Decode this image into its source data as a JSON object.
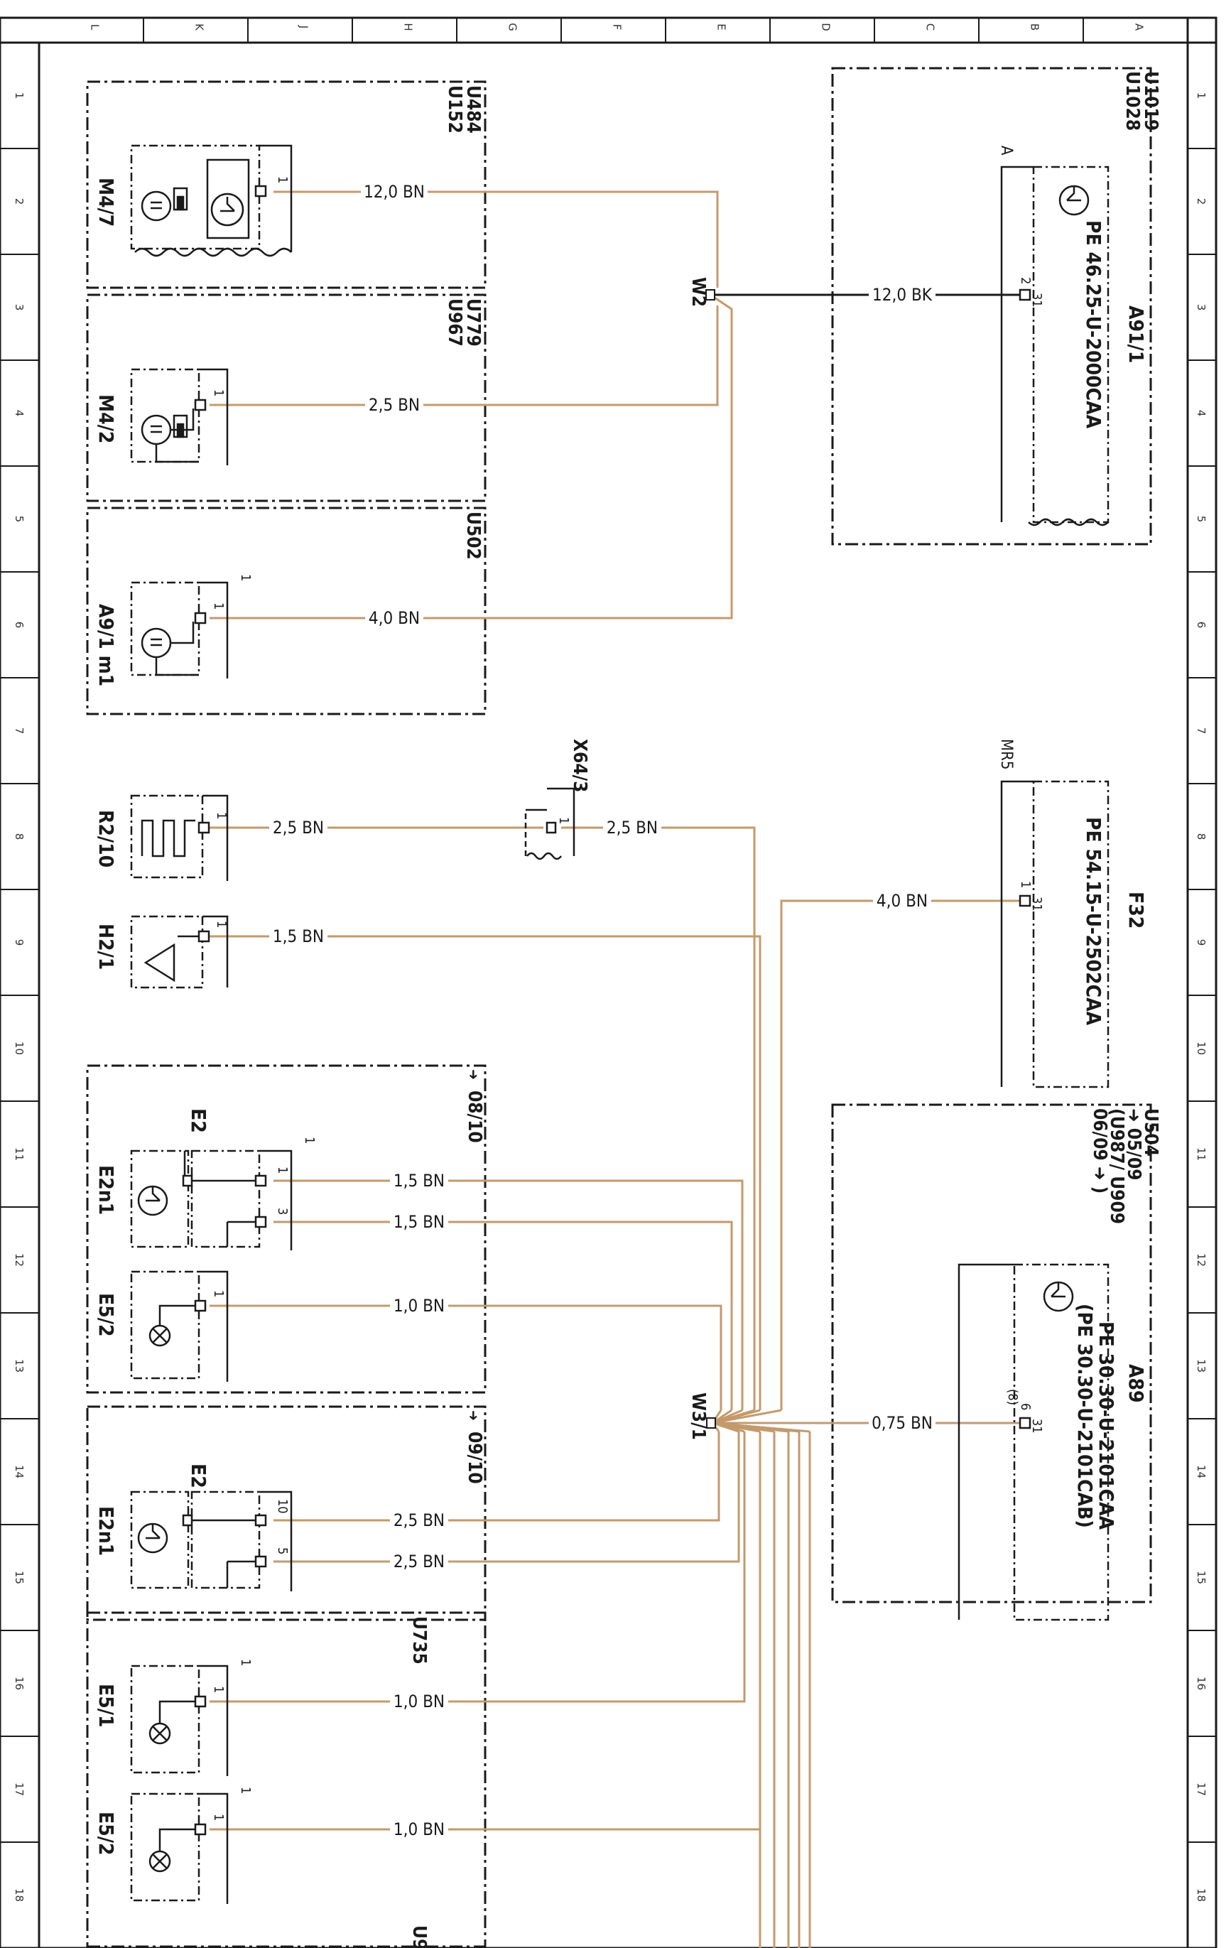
{
  "frame": {
    "column_letters": [
      "L",
      "K",
      "J",
      "H",
      "G",
      "F",
      "E",
      "D",
      "C",
      "B",
      "A"
    ],
    "row_numbers": [
      "1",
      "2",
      "3",
      "4",
      "5",
      "6",
      "7",
      "8",
      "9",
      "10",
      "11",
      "12",
      "13",
      "14",
      "15",
      "16",
      "17",
      "18"
    ]
  },
  "colors": {
    "wire_bn": "#c49a6c",
    "wire_bk": "#1a1a1a",
    "ink": "#1a1a1a"
  },
  "groups": {
    "u484": {
      "line1": "U484",
      "line2": "U152"
    },
    "u779": {
      "line1": "U779",
      "line2": "U967"
    },
    "u502": {
      "line1": "U502"
    },
    "u1019": {
      "line1": "U1019",
      "line2": "U1028"
    },
    "g0810": {
      "line1": "08/10",
      "arrow": "➜"
    },
    "g0910": {
      "line1": "09/10",
      "arrow": "➜"
    },
    "u735": {
      "line1": "U735"
    },
    "u504": {
      "line1": "U504",
      "line2": "➜ 05/09",
      "line3": "(U987/ U909",
      "line4": "06/09 ➜ )"
    },
    "bottom": {
      "line1": "U9"
    }
  },
  "components": {
    "m47": {
      "label": "M4/7",
      "pin": "1"
    },
    "m42": {
      "label": "M4/2",
      "pin": "1"
    },
    "a91m1": {
      "label": "A9/1 m1",
      "pin": "1",
      "pin2": "1"
    },
    "r210": {
      "label": "R2/10",
      "pin": "1"
    },
    "h21": {
      "label": "H2/1",
      "pin": "1"
    },
    "e2_top": {
      "label": "E2",
      "sub": "E2n1",
      "pin_a": "1",
      "pin_b": "1",
      "pin_c": "3"
    },
    "e52_top": {
      "label": "E5/2",
      "pin": "1"
    },
    "e2_bot": {
      "label": "E2",
      "sub": "E2n1",
      "pin_a": "10",
      "pin_b": "5"
    },
    "e51": {
      "label": "E5/1",
      "pin": "1",
      "pin2": "1"
    },
    "e52_bot": {
      "label": "E5/2",
      "pin": "1",
      "pin2": "1"
    },
    "a911": {
      "label": "A91/1",
      "pe": "PE",
      "code": "46.25-U-2000CAA",
      "pin": "31",
      "pin2": "2",
      "ref": "A"
    },
    "f32": {
      "label": "F32",
      "pe": "PE",
      "code": "54.15-U-2502CAA",
      "pin": "31",
      "pin2": "1",
      "ref": "MR5"
    },
    "a89": {
      "label": "A89",
      "pe": "PE",
      "code": "30.30-U-2101CAA",
      "code2": "(PE 30.30-U-2101CAB)",
      "pin": "31",
      "pin2": "6",
      "pin3": "(8)"
    }
  },
  "connectors": {
    "x643": {
      "label": "X64/3",
      "pin": "1"
    },
    "w2": {
      "label": "W2"
    },
    "w31": {
      "label": "W3/1"
    }
  },
  "wires": {
    "m47": "12,0 BN",
    "m42": "2,5 BN",
    "a91m1": "4,0 BN",
    "a911": "12,0 BK",
    "r210": "2,5 BN",
    "x643": "2,5 BN",
    "h21": "1,5 BN",
    "f32": "4,0 BN",
    "e2a": "1,5 BN",
    "e2b": "1,5 BN",
    "e52a": "1,0 BN",
    "a89": "0,75 BN",
    "e2c": "2,5 BN",
    "e2d": "2,5 BN",
    "e51": "1,0 BN",
    "e52b": "1,0 BN"
  }
}
